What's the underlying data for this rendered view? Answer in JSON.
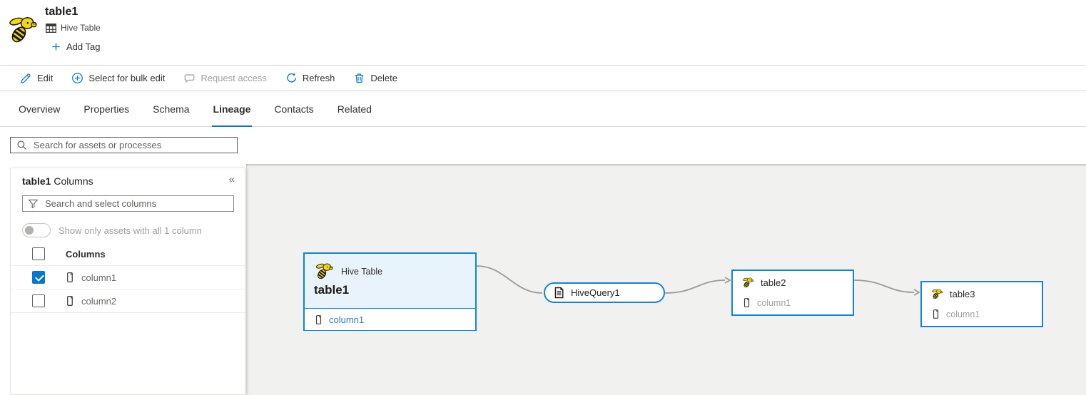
{
  "header": {
    "title": "table1",
    "type_label": "Hive Table",
    "add_tag_label": "Add Tag"
  },
  "toolbar": {
    "items": [
      {
        "label": "Edit",
        "icon": "pencil-icon",
        "disabled": false
      },
      {
        "label": "Select for bulk edit",
        "icon": "circle-plus-icon",
        "disabled": false
      },
      {
        "label": "Request access",
        "icon": "chat-bubble-icon",
        "disabled": true
      },
      {
        "label": "Refresh",
        "icon": "refresh-icon",
        "disabled": false
      },
      {
        "label": "Delete",
        "icon": "trash-icon",
        "disabled": false
      }
    ]
  },
  "tabs": {
    "items": [
      {
        "label": "Overview",
        "active": false
      },
      {
        "label": "Properties",
        "active": false
      },
      {
        "label": "Schema",
        "active": false
      },
      {
        "label": "Lineage",
        "active": true
      },
      {
        "label": "Contacts",
        "active": false
      },
      {
        "label": "Related",
        "active": false
      }
    ]
  },
  "asset_search": {
    "placeholder": "Search for assets or processes"
  },
  "columns_panel": {
    "title_asset": "table1",
    "title_suffix": " Columns",
    "collapse_icon": "«",
    "search_placeholder": "Search and select columns",
    "toggle_label": "Show only assets with all 1 column",
    "toggle_on": false,
    "list_header": "Columns",
    "header_checked": false,
    "rows": [
      {
        "label": "column1",
        "checked": true
      },
      {
        "label": "column2",
        "checked": false
      }
    ]
  },
  "lineage": {
    "nodes": {
      "table1": {
        "type_label": "Hive Table",
        "title": "table1",
        "column": "column1",
        "selected": true
      },
      "process": {
        "title": "HiveQuery1"
      },
      "table2": {
        "title": "table2",
        "column": "column1"
      },
      "table3": {
        "title": "table3",
        "column": "column1"
      }
    },
    "edges": [
      {
        "from": "table1",
        "to": "HiveQuery1",
        "arrow": false
      },
      {
        "from": "HiveQuery1",
        "to": "table2",
        "arrow": true
      },
      {
        "from": "table2",
        "to": "table3",
        "arrow": true
      }
    ]
  },
  "colors": {
    "accent": "#0078d4",
    "node_border": "#1483d8",
    "selected_node_header_bg": "#e9f3fb",
    "canvas_bg": "#f1f1f0",
    "edge": "#9a9a9a",
    "column_link": "#2b7cd3",
    "disabled_text": "#a19f9d"
  }
}
